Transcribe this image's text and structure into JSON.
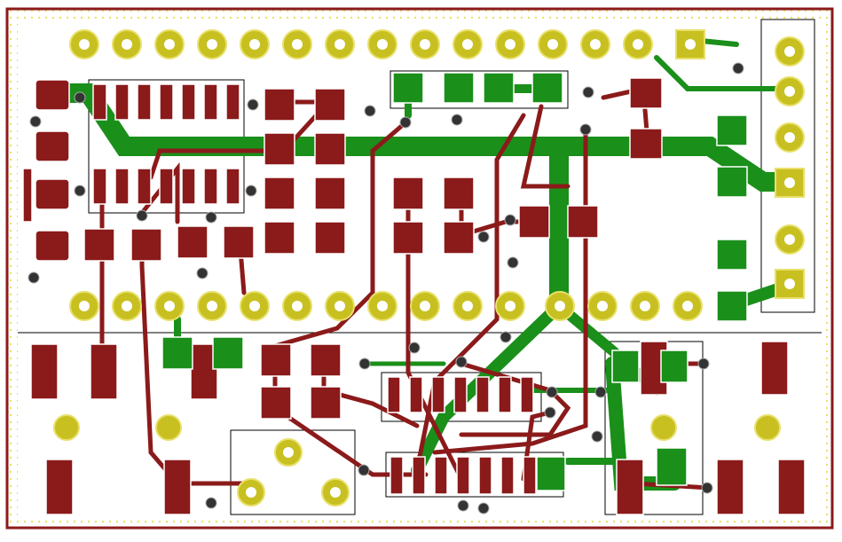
{
  "board": {
    "colors": {
      "background": "#ffffff",
      "outline_red": "#8b1a1a",
      "outline_yellow": "#e8e06a",
      "pad_yellow": "#c8c020",
      "pad_hole": "#ffffff",
      "smd_red": "#8b1a1a",
      "top_copper_green": "#1a8f1a",
      "bottom_copper_red": "#8b1a1a",
      "via_dark": "#333333",
      "silkscreen": "#000000"
    },
    "layers": [
      "top-copper",
      "bottom-copper",
      "silkscreen",
      "pads",
      "vias"
    ]
  }
}
